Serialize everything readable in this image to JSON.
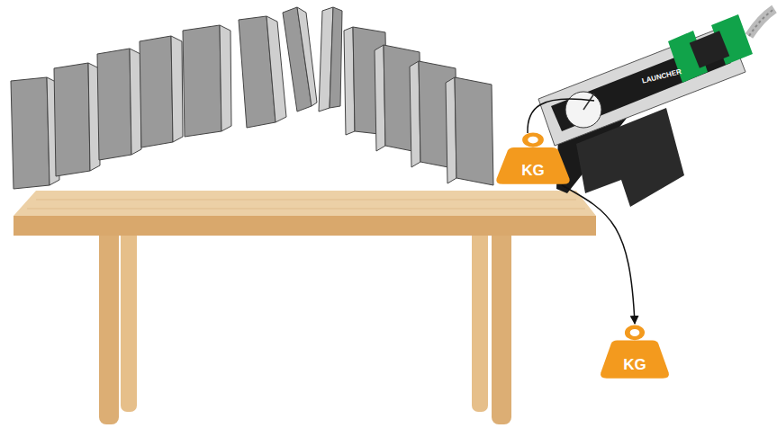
{
  "diagram": {
    "nodes": [
      {
        "text": [
          "KG"
        ]
      },
      {
        "text": [
          "KG"
        ]
      }
    ],
    "edges": [
      {
        "from": 0,
        "to": 1,
        "arrow": "to"
      }
    ],
    "labels": [
      "LAUNCHER"
    ]
  }
}
